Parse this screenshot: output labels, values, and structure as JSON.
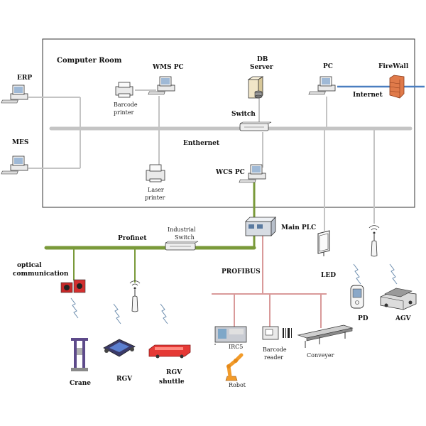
{
  "labels": {
    "computer_room": "Computer Room",
    "erp": "ERP",
    "mes": "MES",
    "wms_pc": "WMS PC",
    "db_server_1": "DB",
    "db_server_2": "Server",
    "pc": "PC",
    "firewall": "FireWall",
    "internet": "Internet",
    "barcode_printer_1": "Barcode",
    "barcode_printer_2": "printer",
    "switch": "Switch",
    "ethernet": "Enthernet",
    "laser_printer_1": "Laser",
    "laser_printer_2": "printer",
    "wcs_pc": "WCS PC",
    "main_plc": "Main PLC",
    "industrial_switch_1": "Industrial",
    "industrial_switch_2": "Switch",
    "profinet": "Profinet",
    "profibus": "PROFIBUS",
    "led": "LED",
    "optical_1": "optical",
    "optical_2": "communication",
    "crane": "Crane",
    "rgv": "RGV",
    "rgv_shuttle_1": "RGV",
    "rgv_shuttle_2": "shuttle",
    "robot_ctrl": "IRC5",
    "robot": "Robot",
    "barcode_reader_1": "Barcode",
    "barcode_reader_2": "reader",
    "conveyer": "Conveyer",
    "pd": "PD",
    "agv": "AGV"
  },
  "colors": {
    "ethernet_bus": "#c4c4c4",
    "profinet_bus": "#7a9a3a",
    "profibus_bus": "#d99a9a",
    "internet_link": "#4a7ec0",
    "firewall": "#e07a4a"
  }
}
